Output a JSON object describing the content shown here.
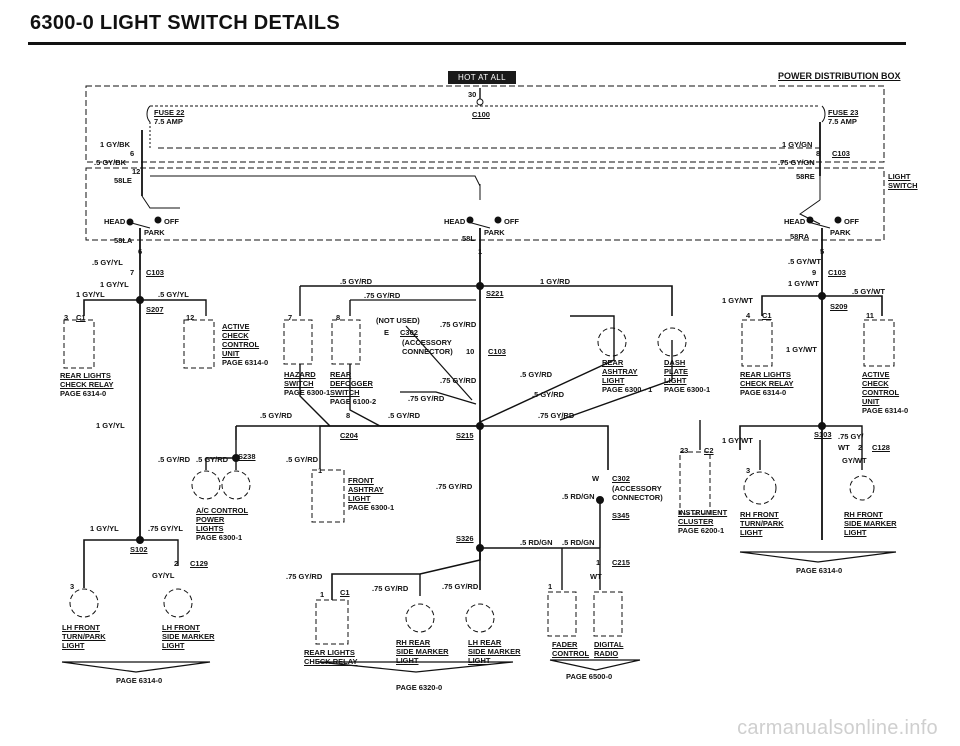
{
  "title": "6300-0   LIGHT SWITCH DETAILS",
  "hot_badge": "HOT AT ALL TIMES",
  "power_distribution_box": "POWER DISTRIBUTION BOX",
  "watermark": "carmanualsonline.info",
  "pdb": {
    "fuse22": "FUSE 22",
    "fuse22_amp": "7.5 AMP",
    "fuse23": "FUSE 23",
    "fuse23_amp": "7.5 AMP",
    "c100_pin": "30",
    "c100": "C100",
    "left_wire1": "1 GY/BK",
    "left_pin1": "6",
    "left_wire2": ".5 GY/BK",
    "left_pin2": "12",
    "right_wire1": "1 GY/GN",
    "right_pin1": "8",
    "c103": "C103",
    "right_wire2": ".75 GY/GN"
  },
  "light_switch": {
    "label1": "LIGHT",
    "label2": "SWITCH",
    "t58le": "58LE",
    "t58re": "58RE",
    "t58la": "58LA",
    "t58l": "58L",
    "t58ra": "58RA",
    "head": "HEAD",
    "off": "OFF",
    "park": "PARK",
    "pin_l": "6",
    "pin_c": "1",
    "pin_r": "5"
  },
  "left_branch": {
    "w1": ".5 GY/YL",
    "pin7": "7",
    "c103": "C103",
    "w2": "1 GY/YL",
    "w3": "1 GY/YL",
    "w4": ".5 GY/YL",
    "s207": "S207",
    "pin3": "3",
    "c1": "C1",
    "pin12": "12",
    "rear_lights_1": "REAR LIGHTS",
    "rear_lights_2": "CHECK RELAY",
    "rear_lights_3": "PAGE 6314-0",
    "acc_1": "ACTIVE",
    "acc_2": "CHECK",
    "acc_3": "CONTROL",
    "acc_4": "UNIT",
    "acc_5": "PAGE 6314-0",
    "w5": "1 GY/YL",
    "w6": ".5 GY/RD",
    "w7": ".5 GY/RD",
    "s238": "S238",
    "w8": ".5 GY/RD",
    "ac1": "A/C CONTROL",
    "ac2": "POWER",
    "ac3": "LIGHTS",
    "ac4": "PAGE 6300-1",
    "w9": "1 GY/YL",
    "w10": ".75 GY/YL",
    "s102": "S102",
    "pin2": "2",
    "c129": "C129",
    "w11": "GY/YL",
    "pin3b": "3",
    "lhf1": "LH FRONT",
    "lhf2": "TURN/PARK",
    "lhf3": "LIGHT",
    "lhs1": "LH FRONT",
    "lhs2": "SIDE MARKER",
    "lhs3": "LIGHT",
    "page": "PAGE 6314-0"
  },
  "center_branch": {
    "w_gyrd_top": ".5 GY/RD",
    "w_75gyrd_top": ".75 GY/RD",
    "w_1gyrd": "1 GY/RD",
    "s221": "S221",
    "pin7": "7",
    "pin8": "8",
    "not_used": "(NOT USED)",
    "e": "E",
    "c302": "C302",
    "accessory": "(ACCESSORY",
    "connector": "CONNECTOR)",
    "pin10": "10",
    "c103": "C103",
    "w_gyrd_a": ".75 GY/RD",
    "w_gyrd_b": ".75 GY/RD",
    "haz1": "HAZARD",
    "haz2": "SWITCH",
    "haz3": "PAGE 6300-1",
    "rd1": "REAR",
    "rd2": "DEFOGGER",
    "rd3": "SWITCH",
    "rd4": "PAGE 6100-2",
    "w_gyrd_c": ".75 GY/RD",
    "w_gyrd_d": ".5 GY/RD",
    "pin8b": "8",
    "w_gyrd_e": ".5 GY/RD",
    "c204": "C204",
    "s215": "S215",
    "rap1": "REAR",
    "rap2": "ASHTRAY",
    "rap3": "LIGHT",
    "rap4": "PAGE 6300 - 1",
    "dpl1": "DASH",
    "dpl2": "PLATE",
    "dpl3": "LIGHT",
    "dpl4": "PAGE 6300-1",
    "w_gyrd_f": ".5 GY/RD",
    "w_gyrd_g": ".5 GY/RD",
    "w_gyrd_h": ".75 GY/RD",
    "pin1": "1",
    "fa1": "FRONT",
    "fa2": "ASHTRAY",
    "fa3": "LIGHT",
    "fa4": "PAGE 6300-1",
    "w_gyrd_i": ".75 GY/RD",
    "w_c302": "W",
    "c302b": "C302",
    "acc2": "(ACCESSORY",
    "conn2": "CONNECTOR)",
    "w_rdgn": ".5 RD/GN",
    "s345": "S345",
    "s326": "S326",
    "w_rdgn2": ".5 RD/GN",
    "w_rdgn3": ".5 RD/GN",
    "w_gyrd_j": ".75 GY/RD",
    "pin1c": "1",
    "c1": "C1",
    "w_gyrd_k": ".75 GY/RD",
    "w_gyrd_l": ".75 GY/RD",
    "rlc1": "REAR LIGHTS",
    "rlc2": "CHECK RELAY",
    "rhr1": "RH REAR",
    "rhr2": "SIDE MARKER",
    "rhr3": "LIGHT",
    "lhr1": "LH REAR",
    "lhr2": "SIDE MARKER",
    "lhr3": "LIGHT",
    "page": "PAGE 6320-0",
    "pin1d": "1",
    "c215": "C215",
    "wt": "WT",
    "pin1e": "1",
    "fader1": "FADER",
    "fader2": "CONTROL",
    "dr1": "DIGITAL",
    "dr2": "RADIO",
    "page2": "PAGE 6500-0",
    "pin23": "23",
    "c2": "C2",
    "ic1": "INSTRUMENT",
    "ic2": "CLUSTER",
    "ic3": "PAGE 6200-1"
  },
  "right_branch": {
    "w1": ".5 GY/WT",
    "pin9": "9",
    "c103": "C103",
    "w2": "1 GY/WT",
    "w3": "1 GY/WT",
    "w4": ".5 GY/WT",
    "s209": "S209",
    "pin4": "4",
    "c1": "C1",
    "pin11": "11",
    "w5": "1 GY/WT",
    "rl1": "REAR LIGHTS",
    "rl2": "CHECK RELAY",
    "rl3": "PAGE 6314-0",
    "acc1": "ACTIVE",
    "acc2": "CHECK",
    "acc3": "CONTROL",
    "acc4": "UNIT",
    "acc5": "PAGE 6314-0",
    "w6": "1 GY/WT",
    "s103": "S103",
    "w7": ".75 GY/",
    "w7b": "WT",
    "pin2": "2",
    "c128": "C128",
    "w8": "GY/WT",
    "pin3": "3",
    "rhf1": "RH FRONT",
    "rhf2": "TURN/PARK",
    "rhf3": "LIGHT",
    "rhs1": "RH FRONT",
    "rhs2": "SIDE MARKER",
    "rhs3": "LIGHT",
    "page": "PAGE 6314-0"
  }
}
